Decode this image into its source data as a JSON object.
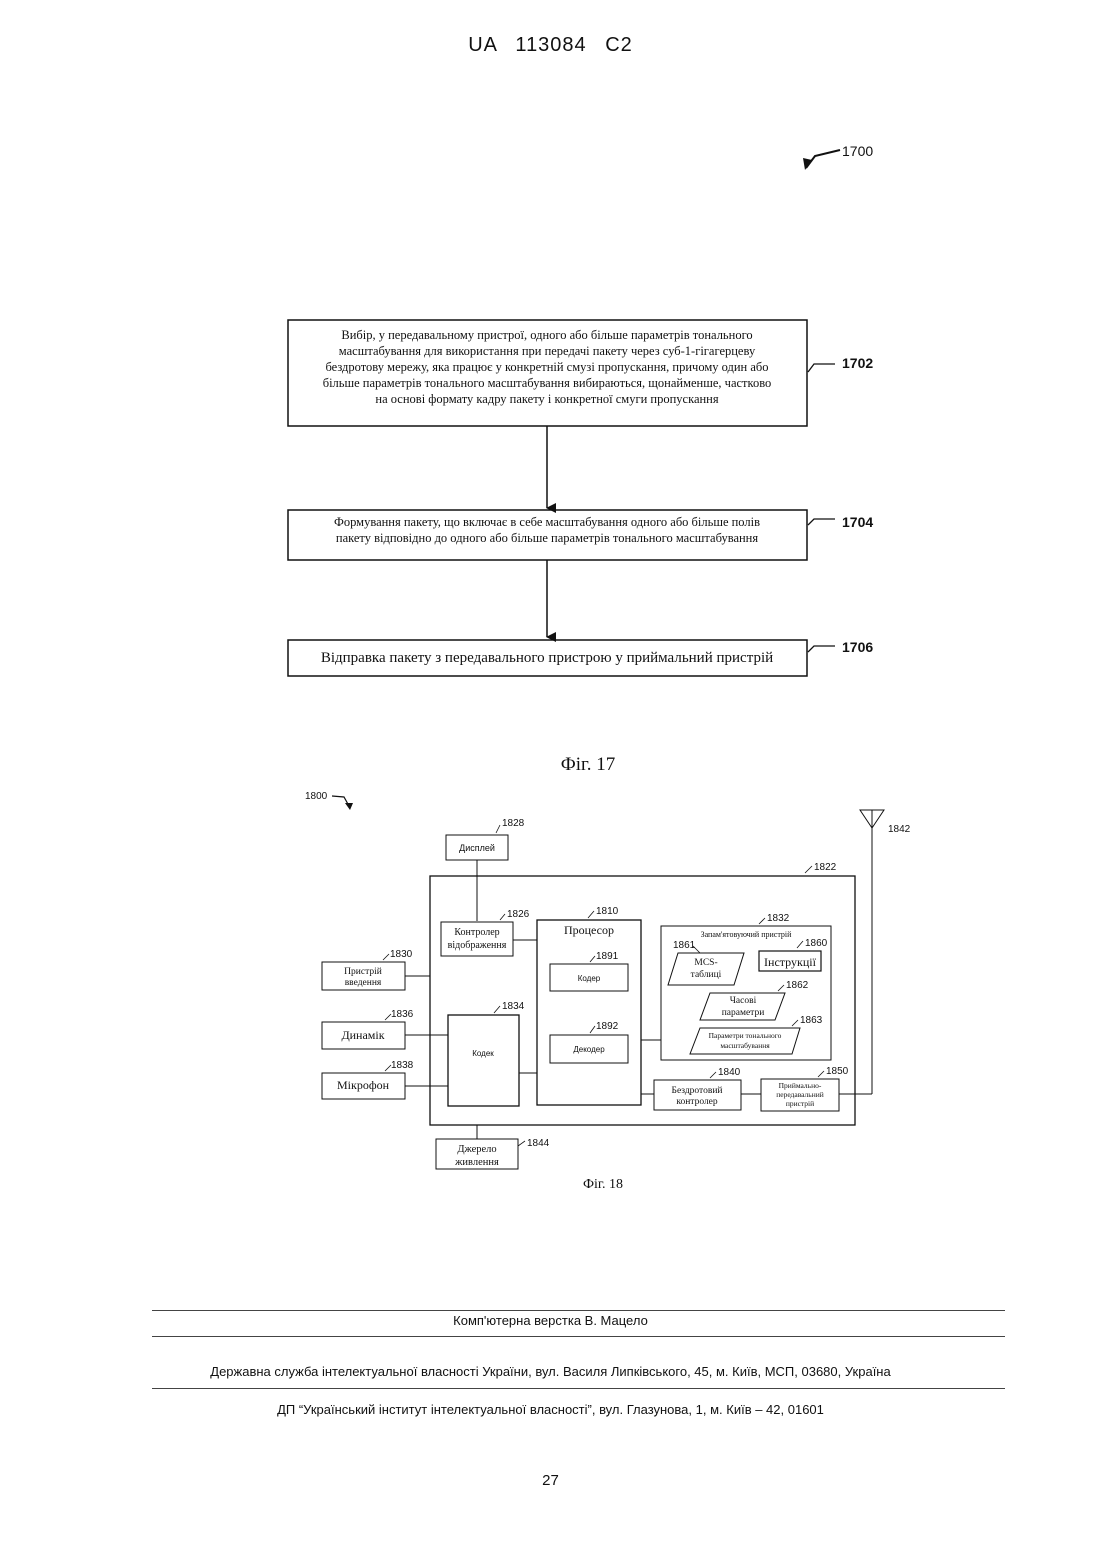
{
  "header": {
    "patent_number": "UA 113084 C2"
  },
  "fig17": {
    "ref": "1700",
    "caption": "Фіг. 17",
    "steps": [
      {
        "ref": "1702",
        "lines": [
          "Вибір, у передавальному пристрої, одного або більше параметрів тонального",
          "масштабування для використання при передачі пакету через суб-1-гігагерцеву",
          "бездротову мережу, яка працює у конкретній смузі пропускання, причому один або",
          "більше параметрів тонального масштабування вибираються, щонайменше, частково",
          "на основі формату кадру пакету і конкретної смуги пропускання"
        ]
      },
      {
        "ref": "1704",
        "lines": [
          "Формування пакету, що включає в себе масштабування одного або більше полів",
          "пакету відповідно до одного або більше параметрів тонального масштабування"
        ]
      },
      {
        "ref": "1706",
        "lines": [
          "Відправка пакету з передавального пристрою у приймальний пристрій"
        ]
      }
    ]
  },
  "fig18": {
    "ref": "1800",
    "caption": "Фіг. 18",
    "display": {
      "label": "Дисплей",
      "ref": "1828"
    },
    "device": {
      "ref": "1822"
    },
    "antenna": {
      "ref": "1842"
    },
    "display_controller": {
      "line1": "Контролер",
      "line2": "відображення",
      "ref": "1826"
    },
    "processor": {
      "label": "Процесор",
      "ref": "1810"
    },
    "encoder": {
      "label": "Кодер",
      "ref": "1891"
    },
    "decoder": {
      "label": "Декодер",
      "ref": "1892"
    },
    "memory": {
      "label": "Запам'ятовуючий пристрій",
      "ref": "1832"
    },
    "mcs": {
      "line1": "MCS-",
      "line2": "таблиці",
      "ref": "1861"
    },
    "instructions": {
      "label": "Інструкції",
      "ref": "1860"
    },
    "time_params": {
      "line1": "Часові",
      "line2": "параметри",
      "ref": "1862"
    },
    "tone_params": {
      "line1": "Параметри тонального",
      "line2": "масштабування",
      "ref": "1863"
    },
    "input_device": {
      "line1": "Пристрій",
      "line2": "введення",
      "ref": "1830"
    },
    "codec": {
      "label": "Кодек",
      "ref": "1834"
    },
    "speaker": {
      "label": "Динамік",
      "ref": "1836"
    },
    "microphone": {
      "label": "Мікрофон",
      "ref": "1838"
    },
    "wireless_controller": {
      "line1": "Бездротовий",
      "line2": "контролер",
      "ref": "1840"
    },
    "transceiver": {
      "line1": "Приймально-",
      "line2": "передавальний",
      "line3": "пристрій",
      "ref": "1850"
    },
    "power": {
      "line1": "Джерело",
      "line2": "живлення",
      "ref": "1844"
    }
  },
  "footer": {
    "layout": "Комп'ютерна верстка В. Мацело",
    "office": "Державна служба інтелектуальної власності України, вул. Василя Липківського, 45, м. Київ, МСП, 03680, Україна",
    "institute": "ДП “Український інститут інтелектуальної власності”, вул. Глазунова, 1, м. Київ – 42, 01601",
    "page_number": "27"
  }
}
